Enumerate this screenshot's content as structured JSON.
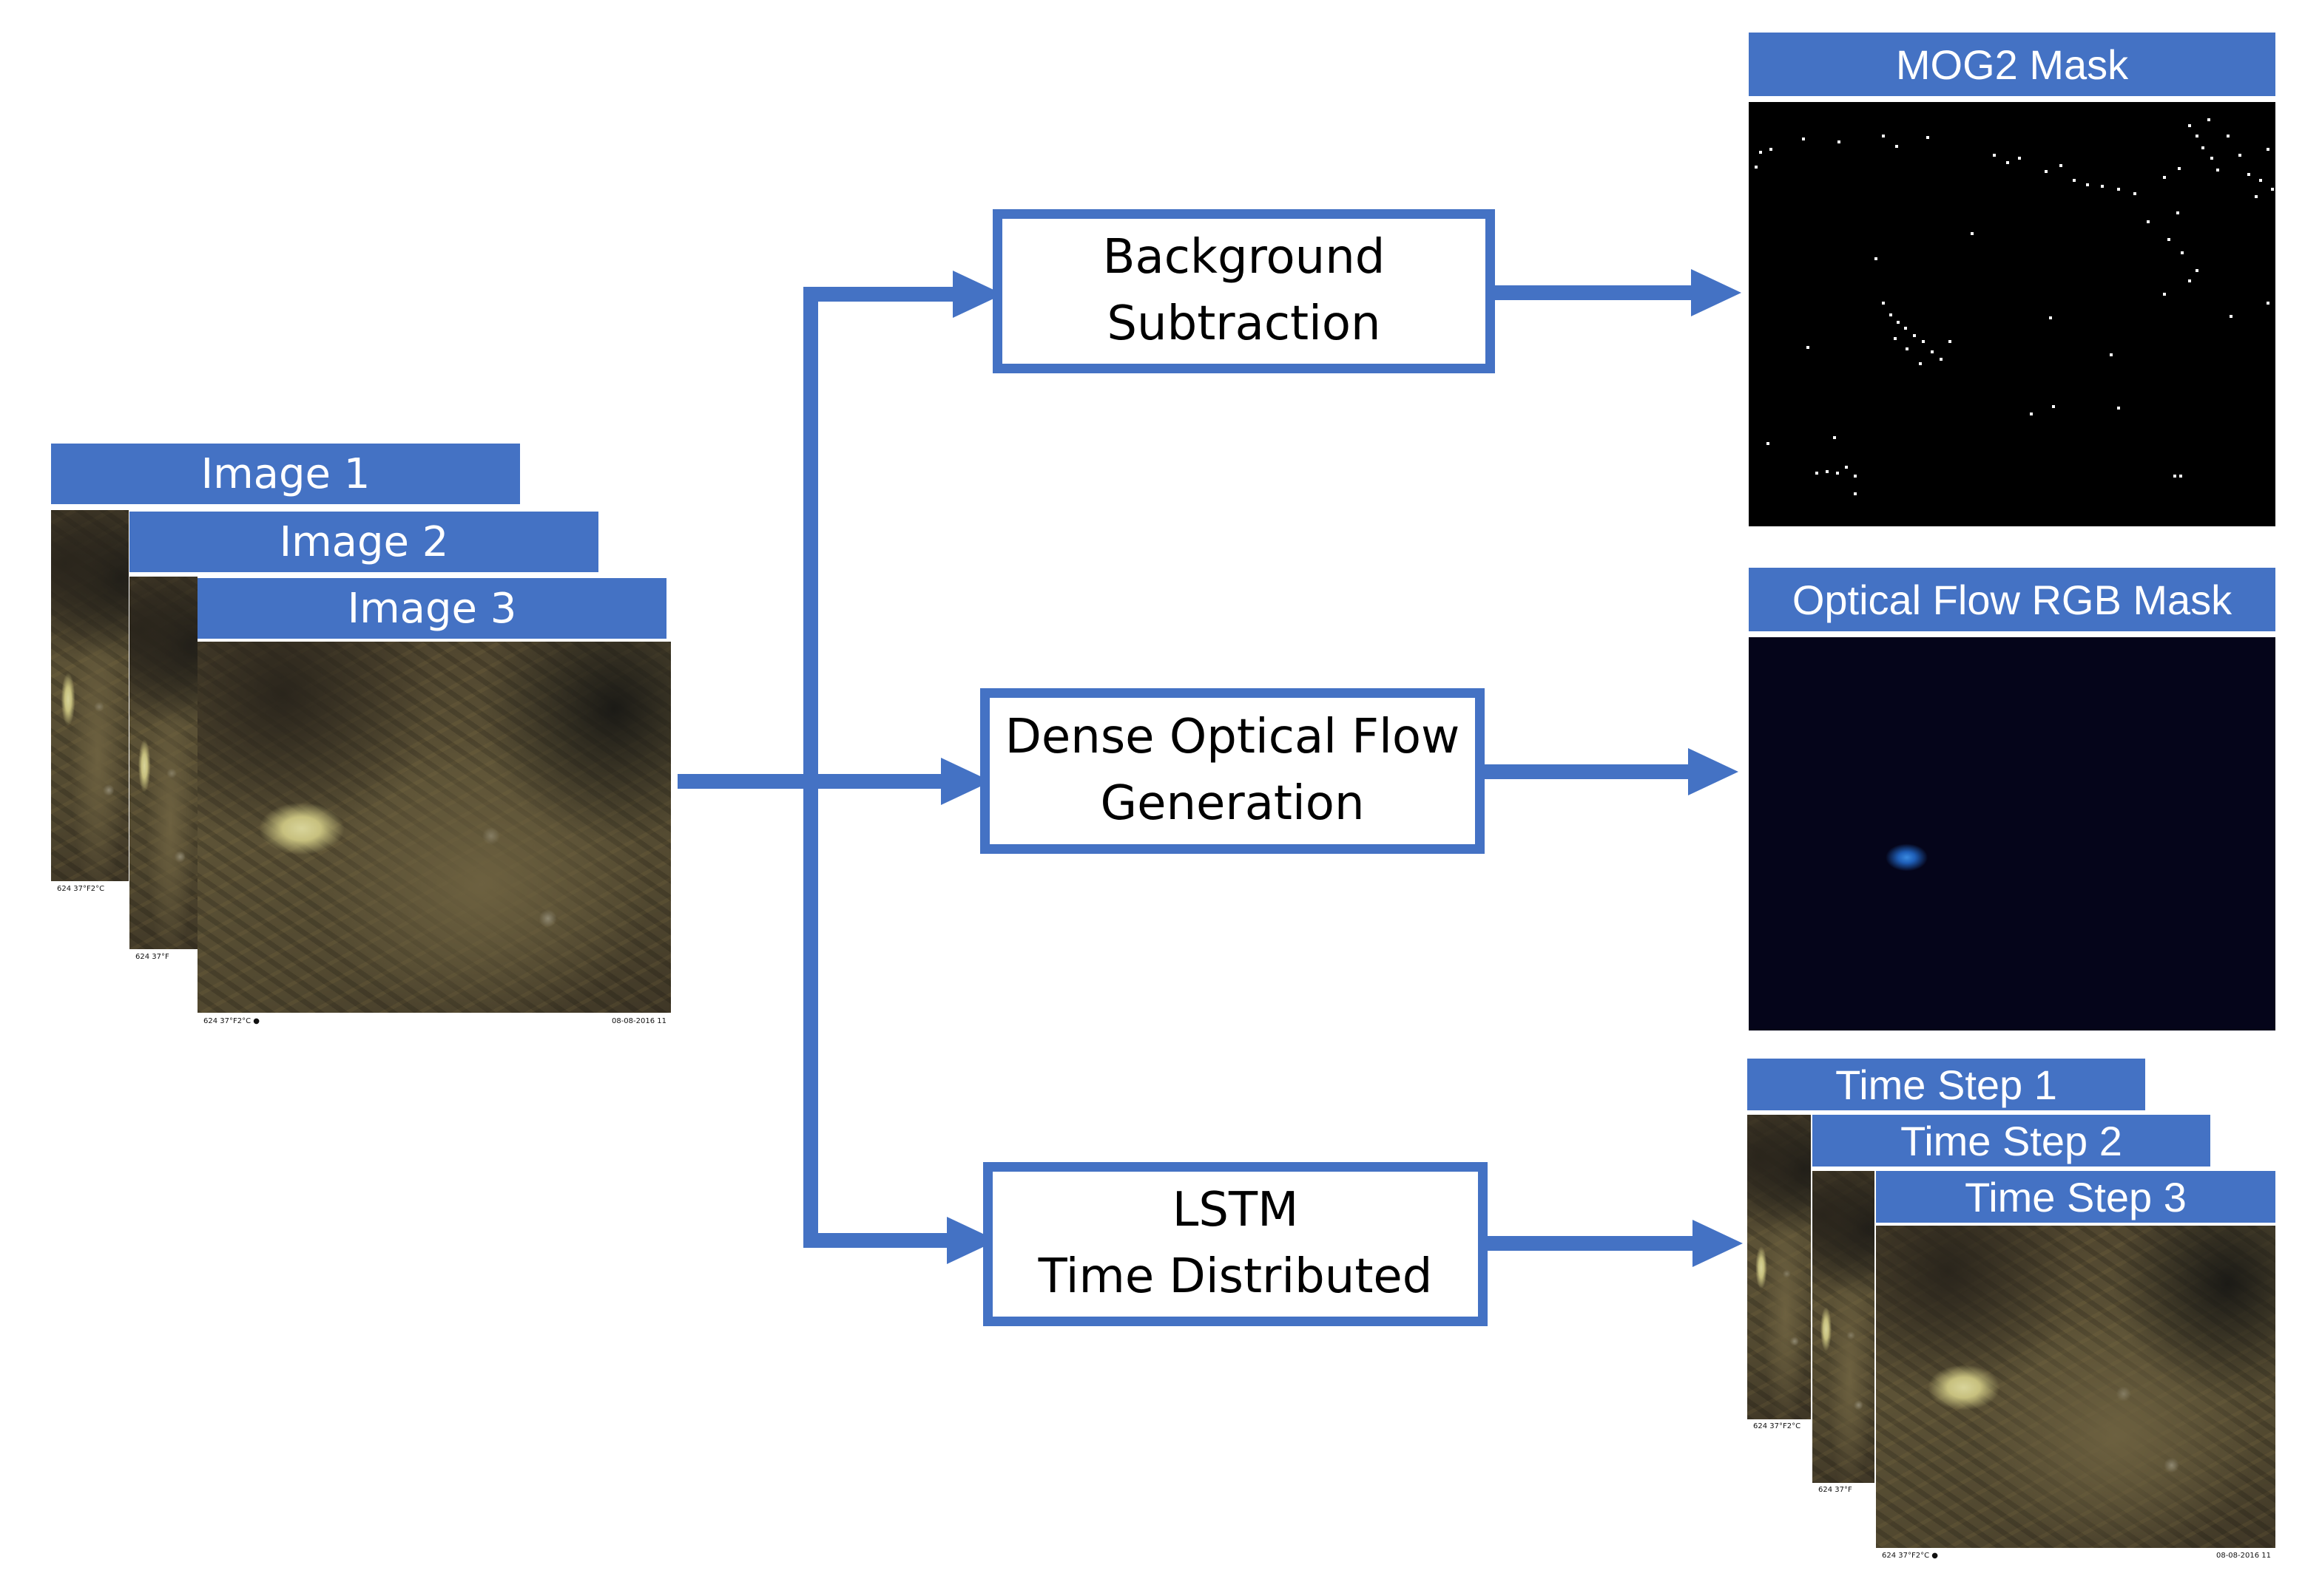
{
  "colors": {
    "accent": "#4472c4",
    "mask_bg": "#000000",
    "flow_bg": "#05051a",
    "flow_blob": "#2f7fd8"
  },
  "inputs": {
    "images": [
      {
        "label": "Image 1",
        "stamp": "624  37°F2°C"
      },
      {
        "label": "Image 2",
        "stamp": "624  37°F"
      },
      {
        "label": "Image 3",
        "stamp": "624  37°F2°C ●",
        "date": "08-08-2016  11"
      }
    ]
  },
  "processes": [
    {
      "line1": "Background",
      "line2": "Subtraction"
    },
    {
      "line1": "Dense Optical Flow",
      "line2": "Generation"
    },
    {
      "line1": "LSTM",
      "line2": "Time Distributed"
    }
  ],
  "outputs": {
    "mog2": {
      "label": "MOG2 Mask"
    },
    "optical_flow": {
      "label": "Optical Flow RGB Mask"
    },
    "time_steps": [
      {
        "label": "Time Step 1",
        "stamp": "624  37°F2°C"
      },
      {
        "label": "Time Step 2",
        "stamp": "624  37°F"
      },
      {
        "label": "Time Step 3",
        "stamp": "624  37°F2°C ●",
        "date": "08-08-2016  11"
      }
    ]
  }
}
